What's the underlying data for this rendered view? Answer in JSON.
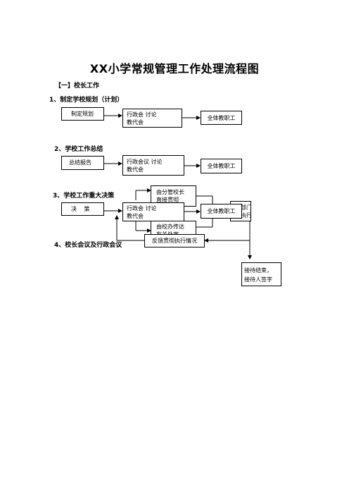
{
  "doc": {
    "title": "XX小学常规管理工作处理流程图",
    "section": "【一】校长工作"
  },
  "s1": {
    "heading": "1、制定学校规划（计划）",
    "box1": "制定规划",
    "box2_line1": "行政会         讨论",
    "box2_line2": "教代会",
    "box3": "全体教职工"
  },
  "s2": {
    "heading": "2、学校工作总结",
    "box1": "总结报告",
    "box2_line1": "行政会议         讨论",
    "box2_line2": "教代会",
    "box3": "全体教职工"
  },
  "s3": {
    "heading": "3、学校工作重大决策",
    "decision": "决　 策",
    "box2_line1": "行政会          讨论",
    "box2_line2": "教代会",
    "vp_line1": "由分管校长",
    "vp_line2": "直接贯彻",
    "office_line1": "由校办传达",
    "office_line2": "有关处室",
    "staff": "全体教职工",
    "dept_line1": "部门",
    "dept_line2": "执行",
    "feedback": "反馈贯彻执行情况"
  },
  "s4": {
    "heading": "4、校长会议及行政会议",
    "end_line1": "接待结束，",
    "end_line2": "接待人签字"
  }
}
